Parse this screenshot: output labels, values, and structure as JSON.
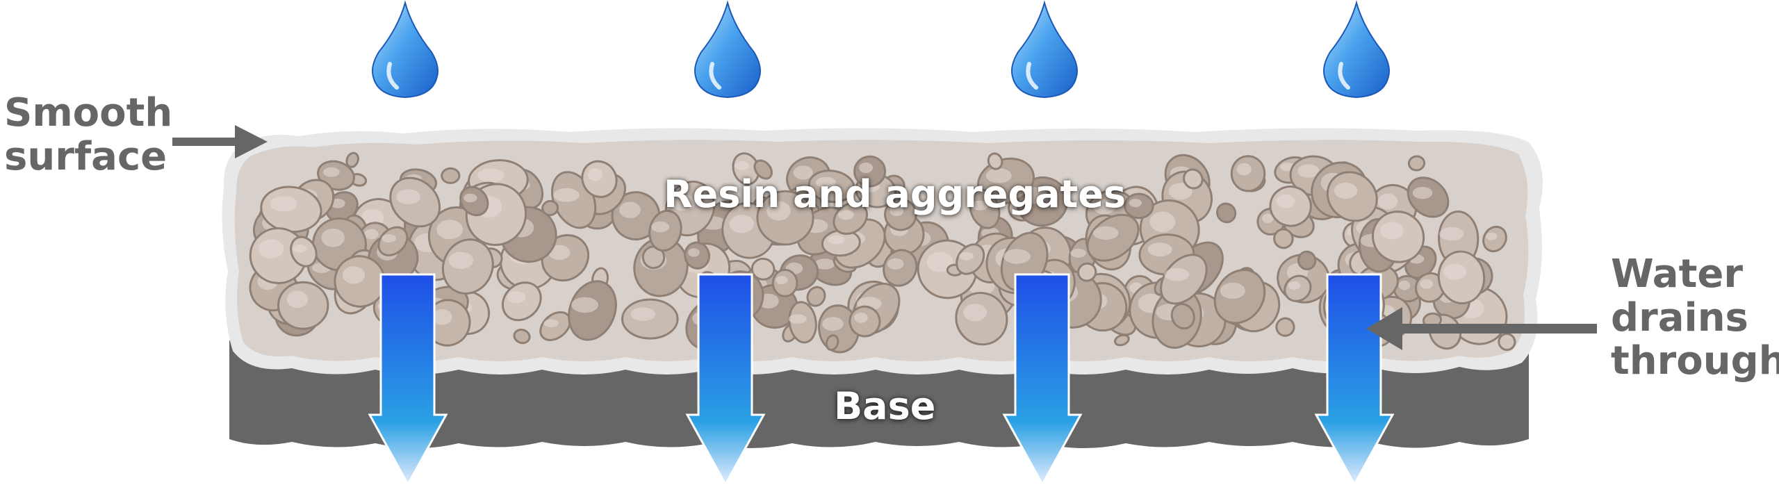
{
  "labels": {
    "smooth_surface": [
      "Smooth",
      "surface"
    ],
    "resin": "Resin and aggregates",
    "base": "Base",
    "water_drains": [
      "Water",
      "drains",
      "through"
    ]
  },
  "colors": {
    "label_gray": "#666666",
    "base_gray": "#666666",
    "aggregate_outline": "#e6e6e6",
    "stone_fill": "#c9bcb3",
    "stone_dark": "#a29389",
    "arrow_top": "#1e4fe6",
    "arrow_bottom": "#c9dcfb",
    "drop": "#4aa3ee"
  },
  "icons": {
    "raindrop": "water-drop-icon",
    "drain_arrow": "arrow-down-icon",
    "pointer": "arrow-right-icon"
  }
}
